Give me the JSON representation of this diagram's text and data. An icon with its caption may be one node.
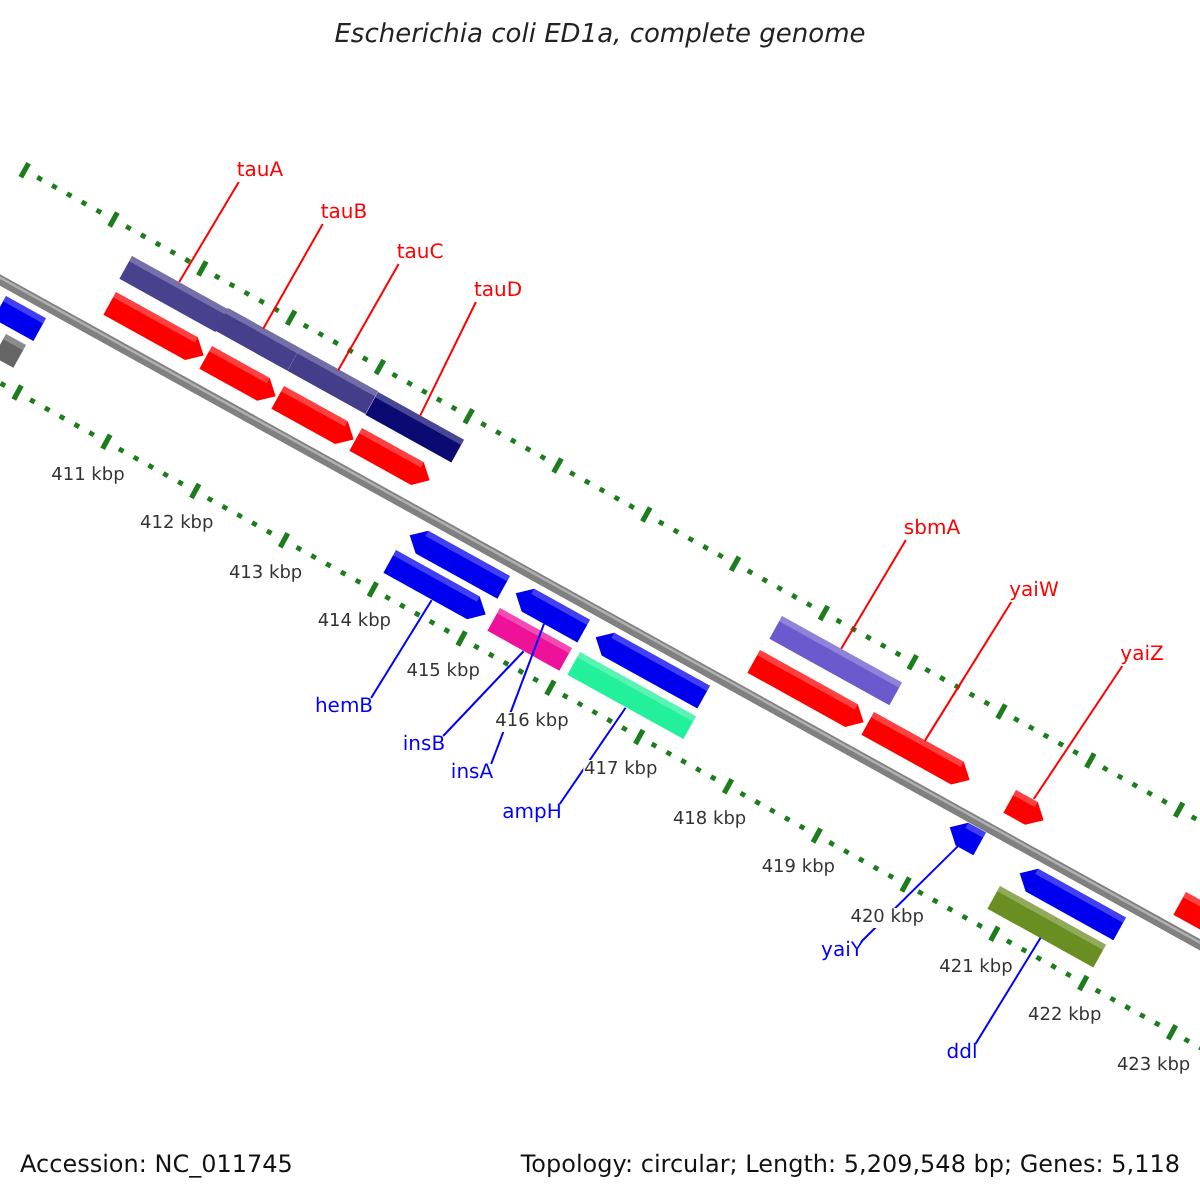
{
  "diagram": {
    "title": "Escherichia coli ED1a, complete genome",
    "nodes": [
      {
        "text": [
          "tauA"
        ]
      },
      {
        "text": [
          "tauB"
        ]
      },
      {
        "text": [
          "tauC"
        ]
      },
      {
        "text": [
          "tauD"
        ]
      },
      {
        "text": [
          "sbmA"
        ]
      },
      {
        "text": [
          "yaiW"
        ]
      },
      {
        "text": [
          "yaiZ"
        ]
      },
      {
        "text": [
          "hemB"
        ]
      },
      {
        "text": [
          "insB"
        ]
      },
      {
        "text": [
          "insA"
        ]
      },
      {
        "text": [
          "ampH"
        ]
      },
      {
        "text": [
          "yaiY"
        ]
      },
      {
        "text": [
          "ddl"
        ]
      },
      {
        "text": [],
        "shape": "bar"
      },
      {
        "text": [],
        "shape": "bar"
      },
      {
        "text": [],
        "shape": "bar"
      },
      {
        "text": [],
        "shape": "arrow"
      },
      {
        "text": [],
        "shape": "bar"
      },
      {
        "text": [],
        "shape": "arrow"
      },
      {
        "text": [],
        "shape": "bar"
      },
      {
        "text": [],
        "shape": "arrow"
      },
      {
        "text": [],
        "shape": "bar"
      },
      {
        "text": [],
        "shape": "arrow"
      },
      {
        "text": [],
        "shape": "arrow"
      },
      {
        "text": [],
        "shape": "arrow"
      },
      {
        "text": [],
        "shape": "bar"
      },
      {
        "text": [],
        "shape": "arrow"
      },
      {
        "text": [],
        "shape": "bar"
      },
      {
        "text": [],
        "shape": "arrow"
      },
      {
        "text": [],
        "shape": "arrow"
      },
      {
        "text": [],
        "shape": "bar"
      },
      {
        "text": [],
        "shape": "arrow"
      },
      {
        "text": [],
        "shape": "arrow"
      },
      {
        "text": [],
        "shape": "arrow"
      },
      {
        "text": [],
        "shape": "bar"
      },
      {
        "text": [],
        "shape": "arrow"
      },
      {
        "text": [],
        "shape": "arrow"
      }
    ],
    "edges": [
      {
        "from": 0,
        "to": 15,
        "arrow": "none"
      },
      {
        "from": 1,
        "to": 17,
        "arrow": "none"
      },
      {
        "from": 2,
        "to": 19,
        "arrow": "none"
      },
      {
        "from": 3,
        "to": 21,
        "arrow": "none"
      },
      {
        "from": 4,
        "to": 30,
        "arrow": "none"
      },
      {
        "from": 5,
        "to": 31,
        "arrow": "none"
      },
      {
        "from": 6,
        "to": 33,
        "arrow": "none"
      },
      {
        "from": 7,
        "to": 23,
        "arrow": "none",
        "color": "#0000ff"
      },
      {
        "from": 8,
        "to": 25,
        "arrow": "none",
        "color": "#0000ff"
      },
      {
        "from": 9,
        "to": 26,
        "arrow": "none",
        "color": "#0000ff"
      },
      {
        "from": 10,
        "to": 27,
        "arrow": "none",
        "color": "#0000ff"
      },
      {
        "from": 11,
        "to": 32,
        "arrow": "none",
        "color": "#0000ff"
      },
      {
        "from": 12,
        "to": 34,
        "arrow": "none",
        "color": "#0000ff"
      }
    ],
    "labels": [
      "411 kbp",
      "412 kbp",
      "413 kbp",
      "414 kbp",
      "415 kbp",
      "416 kbp",
      "417 kbp",
      "418 kbp",
      "419 kbp",
      "420 kbp",
      "421 kbp",
      "422 kbp",
      "423 kbp",
      "Accession: NC_011745",
      "Topology: circular; Length: 5,209,548 bp; Genes: 5,118"
    ]
  }
}
